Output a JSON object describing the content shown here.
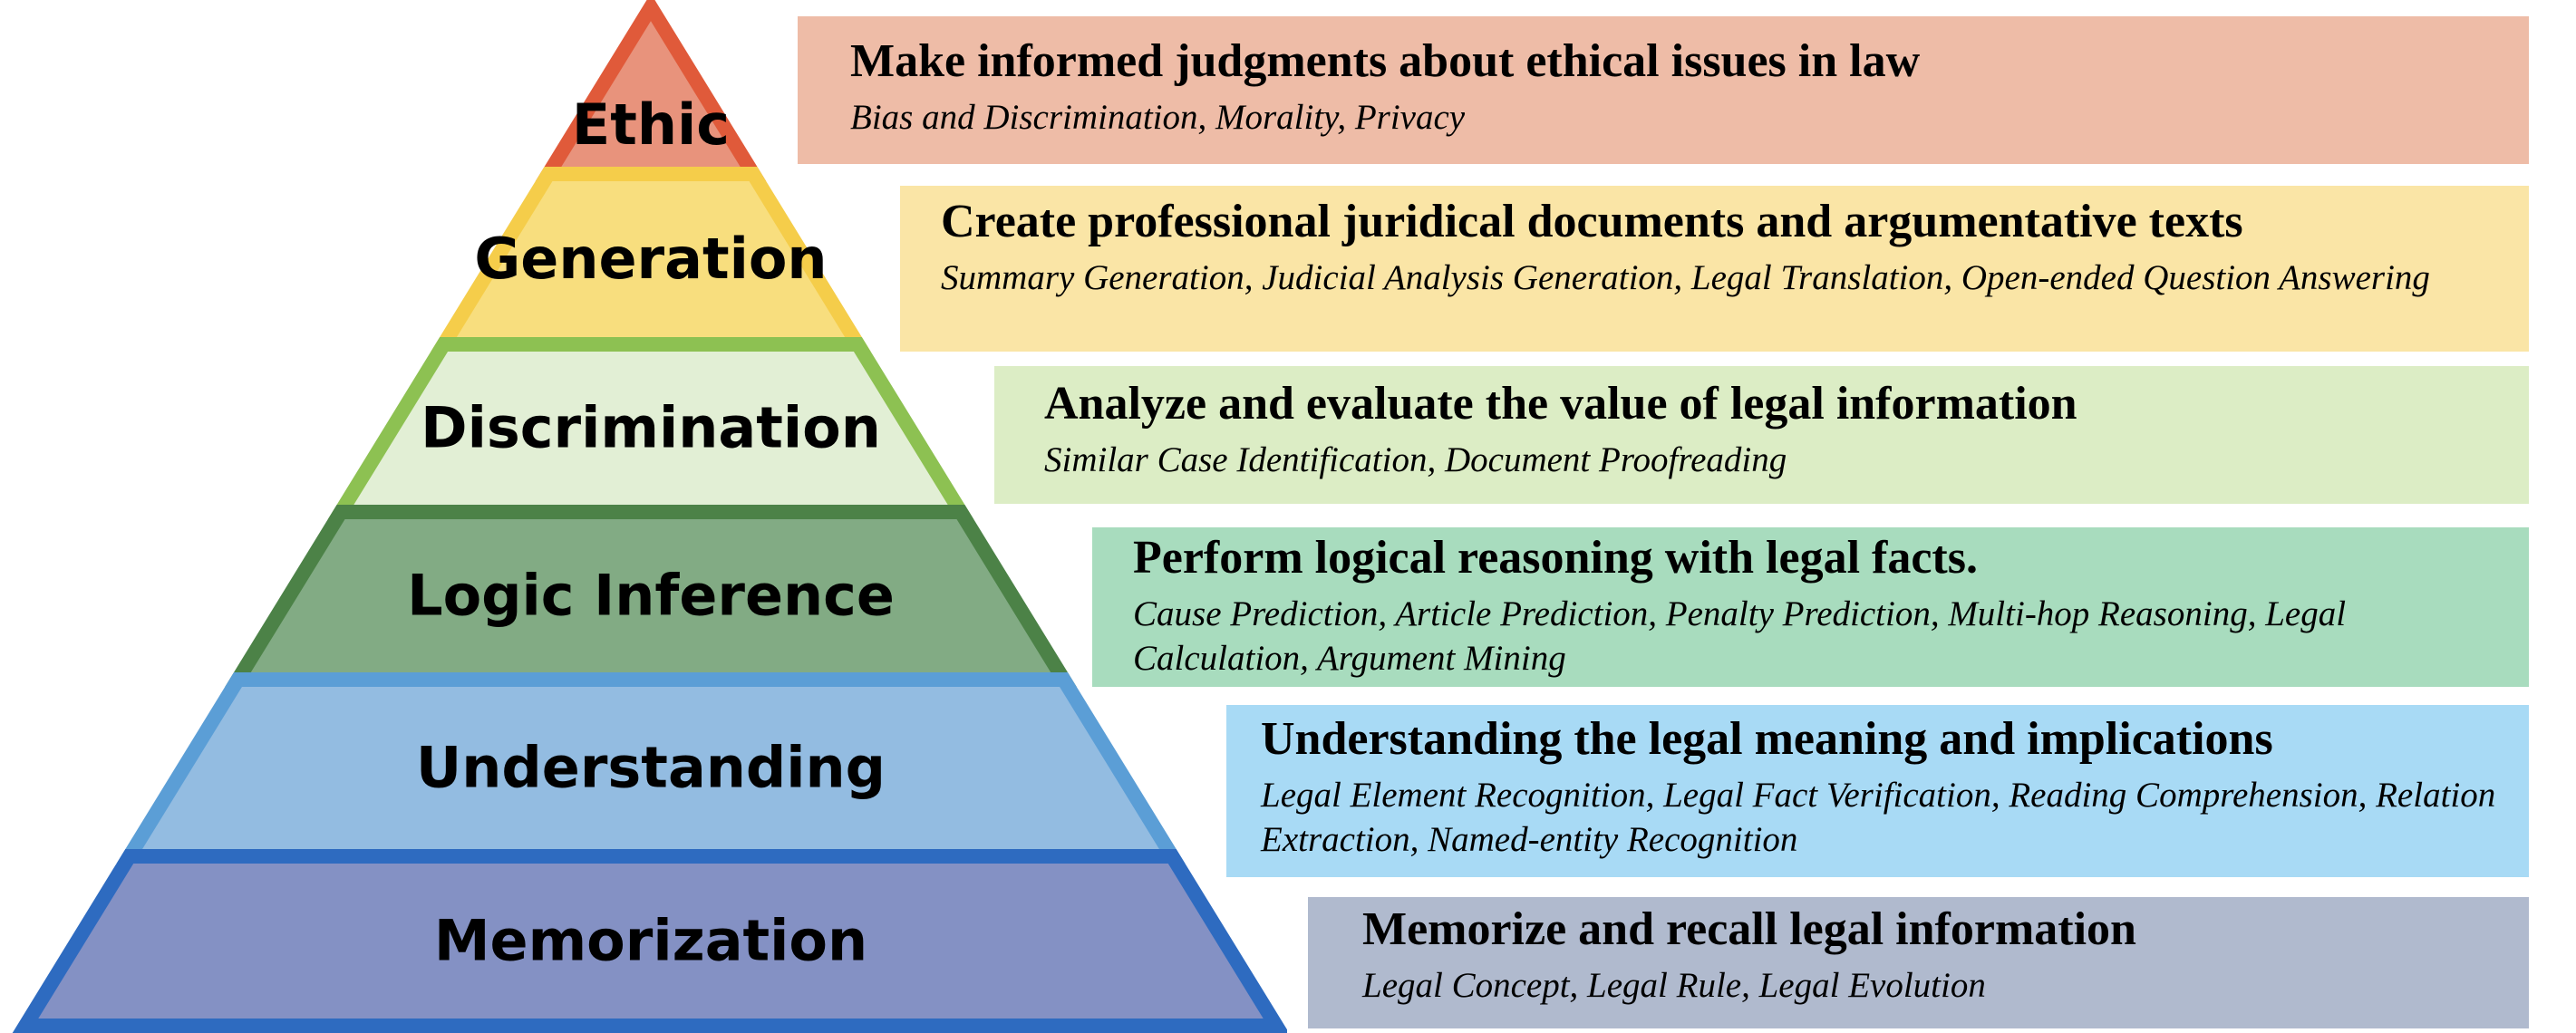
{
  "levels": [
    {
      "name": "Ethic",
      "title": "Make informed judgments about ethical issues in law",
      "description": "Bias and Discrimination,  Morality,  Privacy",
      "fill": "#E8937C",
      "stroke": "#E05A3A",
      "box_color": "#EEBCA7"
    },
    {
      "name": "Generation",
      "title": "Create professional juridical documents and argumentative texts",
      "description": "Summary Generation, Judicial Analysis Generation, Legal Translation, Open-ended Question Answering",
      "fill": "#F8DE7E",
      "stroke": "#F5CD4A",
      "box_color": "#FAE5A6"
    },
    {
      "name": "Discrimination",
      "title": "Analyze and evaluate the value of legal information",
      "description": "Similar Case Identification, Document Proofreading",
      "fill": "#E2EFD5",
      "stroke": "#8DC152",
      "box_color": "#DCEDC5"
    },
    {
      "name": "Logic Inference",
      "title": "Perform logical reasoning with legal facts.",
      "description": "Cause Prediction, Article Prediction, Penalty Prediction, Multi-hop Reasoning, Legal Calculation, Argument Mining",
      "fill": "#82AB84",
      "stroke": "#4C8247",
      "box_color": "#A8DCBE"
    },
    {
      "name": "Understanding",
      "title": "Understanding the legal meaning and implications",
      "description": "Legal Element Recognition, Legal Fact Verification, Reading Comprehension, Relation Extraction, Named-entity Recognition",
      "fill": "#93BCE1",
      "stroke": "#5B9ED6",
      "box_color": "#A8DAF5"
    },
    {
      "name": "Memorization",
      "title": "Memorize and recall legal information",
      "description": "Legal Concept, Legal Rule, Legal Evolution",
      "fill": "#8491C4",
      "stroke": "#2E6BC0",
      "box_color": "#B0BACE"
    }
  ]
}
